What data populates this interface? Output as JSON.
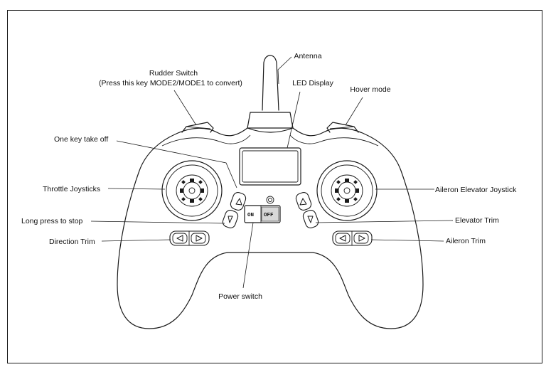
{
  "labels": {
    "rudder_switch_line1": "Rudder Switch",
    "rudder_switch_line2": "(Press this key MODE2/MODE1 to convert)",
    "antenna": "Antenna",
    "led_display": "LED Display",
    "hover_mode": "Hover mode",
    "one_key_take_off": "One key take off",
    "throttle_joysticks": "Throttle Joysticks",
    "aileron_elevator_joystick": "Aileron Elevator Joystick",
    "long_press_to_stop": "Long press to stop",
    "elevator_trim": "Elevator Trim",
    "direction_trim": "Direction Trim",
    "aileron_trim": "Aileron Trim",
    "power_switch": "Power switch"
  },
  "switch": {
    "on": "ON",
    "off": "OFF"
  }
}
